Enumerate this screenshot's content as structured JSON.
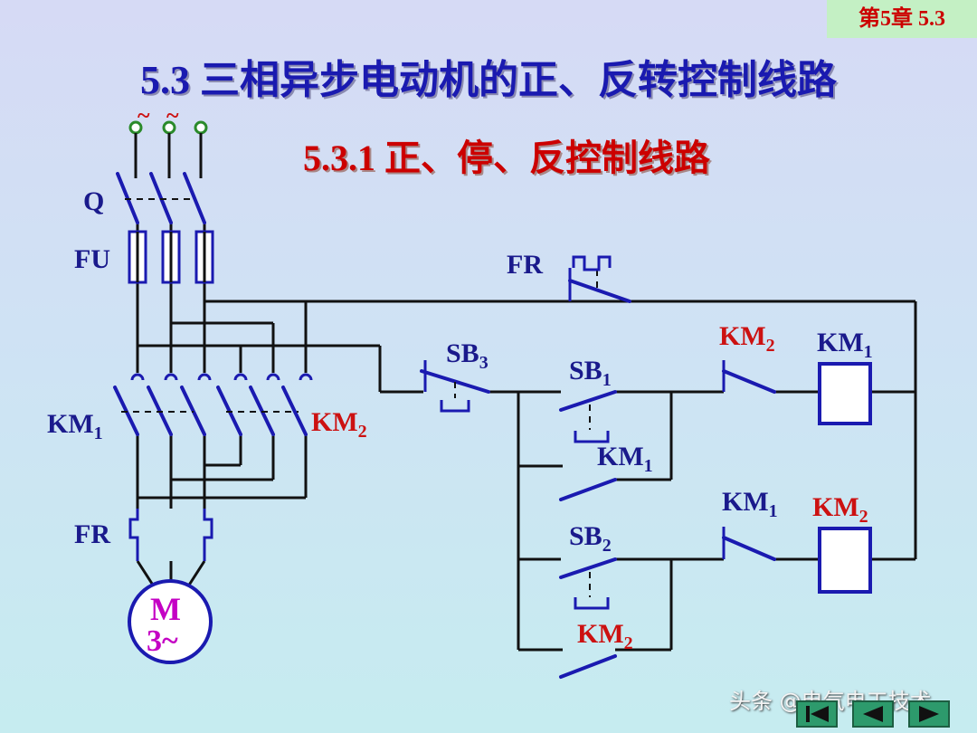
{
  "chapter_tag": "第5章 5.3",
  "title": "5.3 三相异步电动机的正、反转控制线路",
  "subtitle": "5.3.1  正、停、反控制线路",
  "supply_mark": "~ ~",
  "labels": {
    "q": "Q",
    "fu": "FU",
    "km1_main": "KM",
    "km1_main_sub": "1",
    "km2_main": "KM",
    "km2_main_sub": "2",
    "fr_main": "FR",
    "fr_ctrl": "FR",
    "sb3": "SB",
    "sb3_sub": "3",
    "sb1": "SB",
    "sb1_sub": "1",
    "sb2": "SB",
    "sb2_sub": "2",
    "km1_hold": "KM",
    "km1_hold_sub": "1",
    "km2_hold": "KM",
    "km2_hold_sub": "2",
    "km2_interlock": "KM",
    "km2_interlock_sub": "2",
    "km1_interlock": "KM",
    "km1_interlock_sub": "1",
    "km1_coil": "KM",
    "km1_coil_sub": "1",
    "km2_coil": "KM",
    "km2_coil_sub": "2"
  },
  "motor": {
    "letter": "M",
    "phase": "3~"
  },
  "watermark": "头条 @电气电工技术",
  "colors": {
    "wire": "#111111",
    "contact": "#1a1ab0",
    "label_navy": "#1a1a8c",
    "label_red": "#cc1111",
    "motor": "#c400c4"
  }
}
